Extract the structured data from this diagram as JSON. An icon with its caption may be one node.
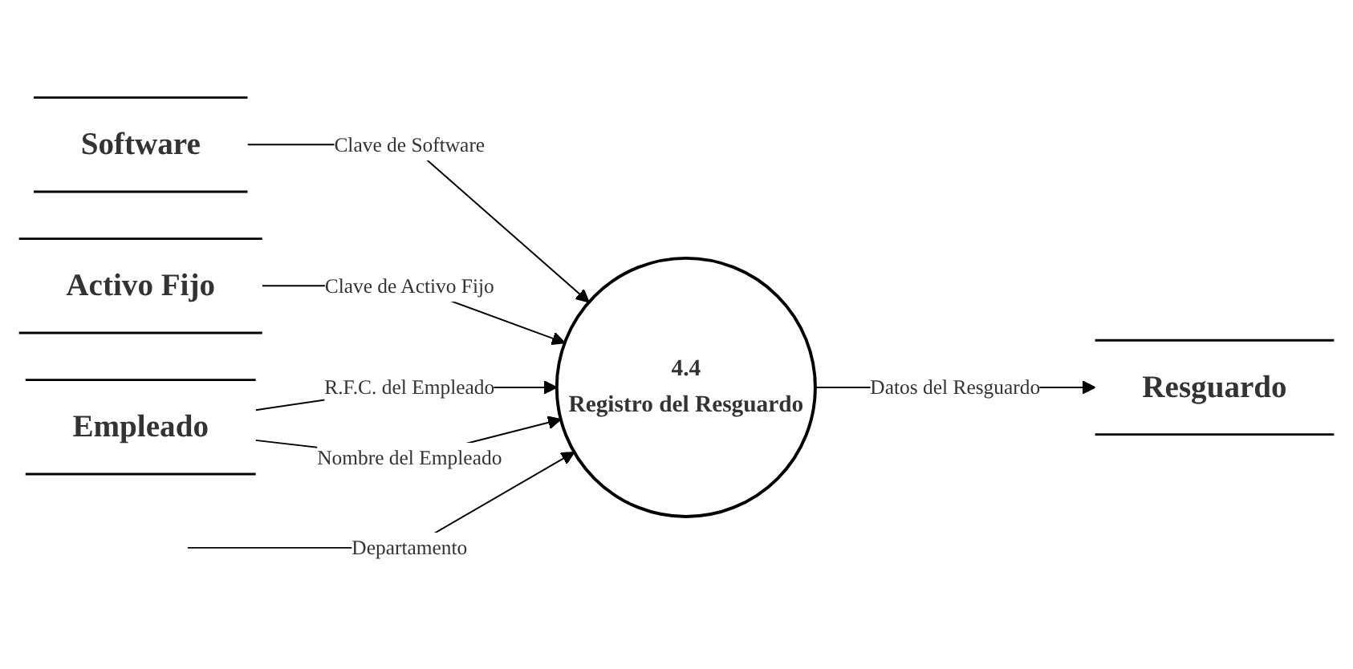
{
  "diagram": {
    "nodes": [
      {
        "text": [
          "Software"
        ]
      },
      {
        "text": [
          "Activo Fijo"
        ]
      },
      {
        "text": [
          "Empleado"
        ]
      },
      {
        "text": [
          "4.4",
          "Registro del Resguardo"
        ]
      },
      {
        "text": [
          "Resguardo"
        ]
      }
    ],
    "edges": [
      {
        "from": 0,
        "to": 3,
        "arrow": "to",
        "label": "Clave de Software"
      },
      {
        "from": 1,
        "to": 3,
        "arrow": "to",
        "label": "Clave de Activo Fijo"
      },
      {
        "from": 2,
        "to": 3,
        "arrow": "to",
        "label": "R.F.C. del Empleado"
      },
      {
        "from": 2,
        "to": 3,
        "arrow": "to",
        "label": "Nombre del Empleado"
      },
      {
        "from": null,
        "to": 3,
        "arrow": "to",
        "label": "Departamento"
      },
      {
        "from": 3,
        "to": 4,
        "arrow": "to",
        "label": "Datos del Resguardo"
      }
    ]
  }
}
